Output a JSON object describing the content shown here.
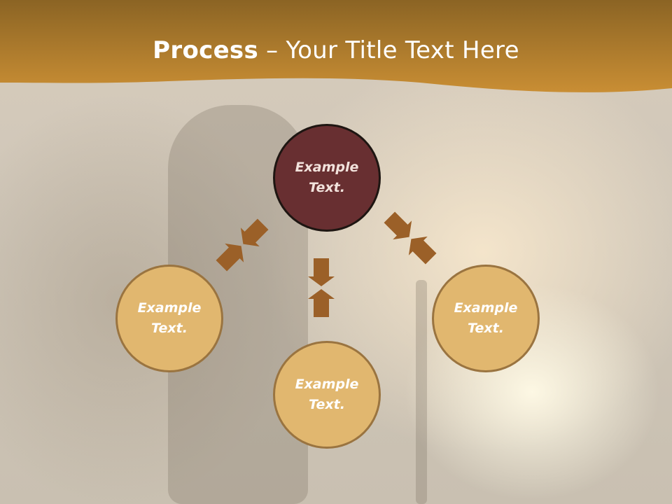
{
  "slide": {
    "title_bold": "Process",
    "title_rest": " – Your Title Text Here"
  },
  "nodes": [
    {
      "id": "top",
      "line1": "Example",
      "line2": "Text."
    },
    {
      "id": "left",
      "line1": "Example",
      "line2": "Text."
    },
    {
      "id": "bottom",
      "line1": "Example",
      "line2": "Text."
    },
    {
      "id": "right",
      "line1": "Example",
      "line2": "Text."
    }
  ],
  "colors": {
    "header": "#c88a2c",
    "main_circle": "#682f31",
    "sub_circle": "#e1b76f",
    "arrow": "#9b6028"
  }
}
